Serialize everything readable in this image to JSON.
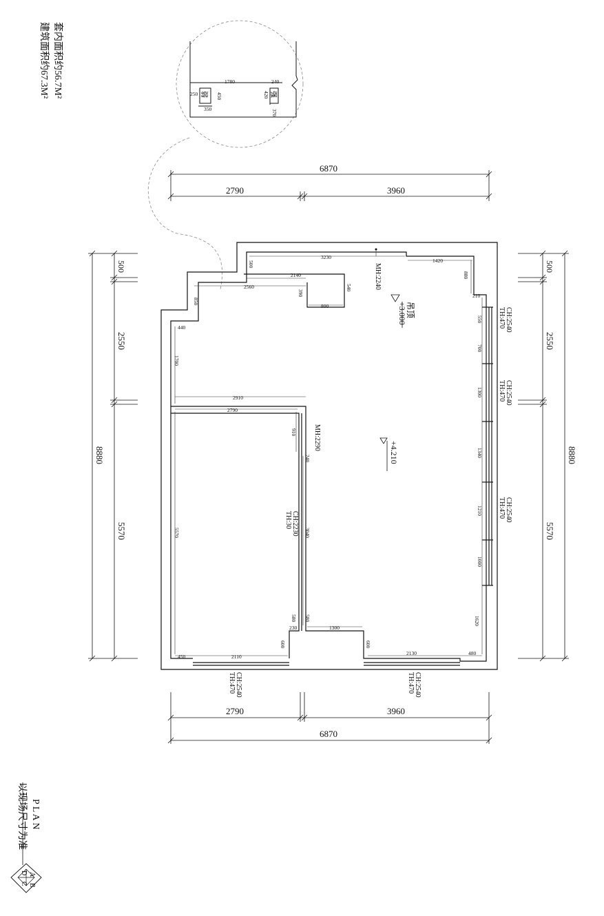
{
  "area": {
    "building": "建筑面积约67.3M²",
    "interior": "套内面积约56.7M²"
  },
  "legend": {
    "plan": "P L A N",
    "note": "以现场尺寸为准",
    "compass": [
      "A",
      "B",
      "C",
      "D"
    ]
  },
  "overall": {
    "width": "6870",
    "width_left": "2790",
    "width_right": "3960",
    "depth": "8880",
    "depth_a": "500",
    "depth_b": "2550",
    "depth_c": "5570"
  },
  "detail": {
    "d1780": "1780",
    "d240": "240",
    "d250": "250",
    "d450": "450",
    "d350": "350",
    "d420": "420",
    "d370": "370",
    "weak": "弱",
    "strong": "强"
  },
  "interior": {
    "d3230": "3230",
    "d1420": "1420",
    "d500": "500",
    "d2140": "2140",
    "d540": "540",
    "d2560": "2560",
    "d390": "390",
    "d800": "800",
    "d880": "880",
    "d210": "210",
    "d850": "850",
    "d440": "440",
    "d550": "550",
    "d700": "700",
    "d1700": "1700",
    "d1300": "1300",
    "d2910": "2910",
    "d2790": "2790",
    "d1340": "1340",
    "d910": "910",
    "d240": "240",
    "d1210": "1210",
    "d5570": "5570",
    "d3040": "3040",
    "d1000": "1000",
    "d580a": "580",
    "d580b": "580",
    "d230": "230",
    "d1300b": "1300",
    "d600a": "600",
    "d600b": "600",
    "d1620": "1620",
    "d450": "450",
    "d2110": "2110",
    "d2130": "2130",
    "d480": "480"
  },
  "labels": {
    "mh2240": "MH:2240",
    "mh2290": "MH:2290",
    "ceiling": "吊顶",
    "elev_ceiling": "+3.000",
    "elev_floor": "+4.210",
    "win1": "CH:2540",
    "win1b": "TH:470",
    "win2": "CH:2540",
    "win2b": "TH:470",
    "win3": "CH:2540",
    "win3b": "TH:470",
    "door": "CH:2230",
    "doorb": "TH:30",
    "win4": "CH:2540",
    "win4b": "TH:470",
    "win5": "CH:2540",
    "win5b": "TH:470"
  }
}
